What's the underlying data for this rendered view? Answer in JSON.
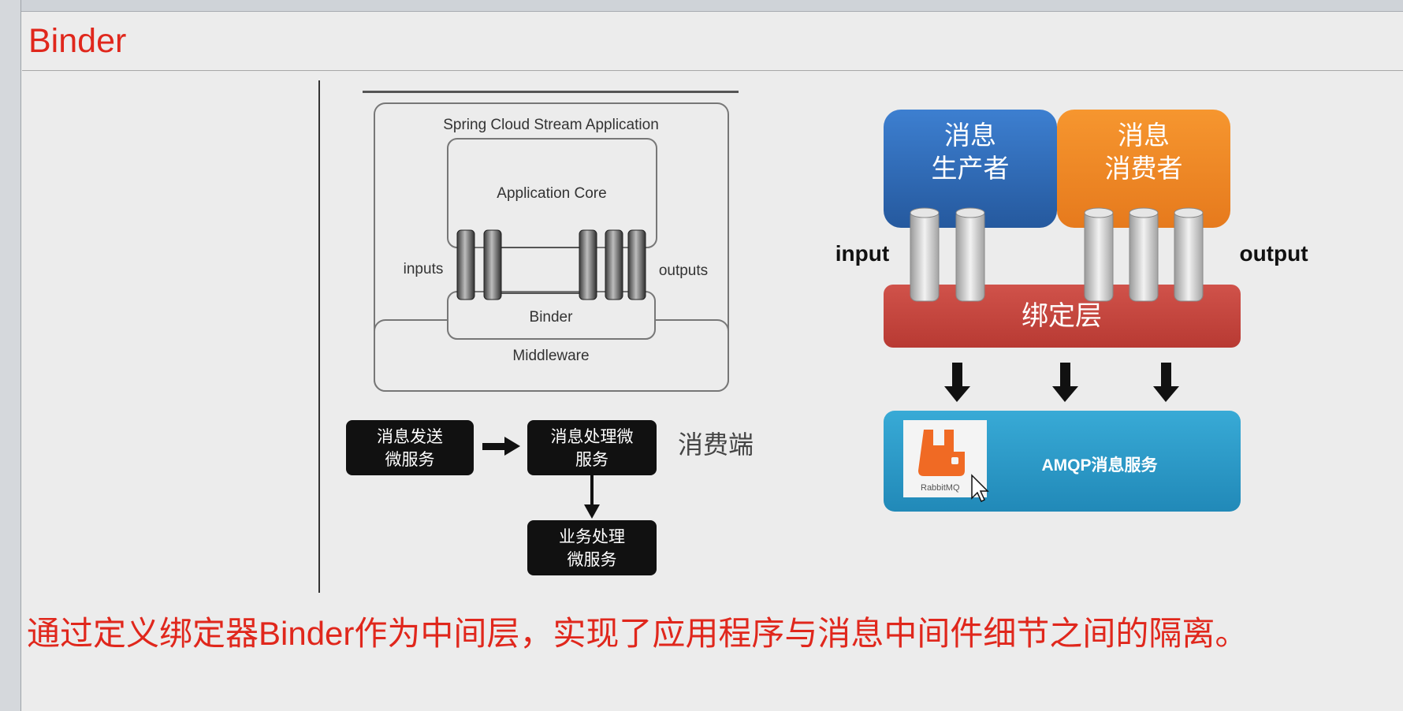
{
  "title": "Binder",
  "caption": "通过定义绑定器Binder作为中间层，实现了应用程序与消息中间件细节之间的隔离。",
  "left_diagram": {
    "app_title": "Spring Cloud Stream Application",
    "core": "Application Core",
    "inputs": "inputs",
    "outputs": "outputs",
    "binder": "Binder",
    "middleware": "Middleware"
  },
  "flow": {
    "box1_line1": "消息发送",
    "box1_line2": "微服务",
    "box2_line1": "消息处理微",
    "box2_line2": "服务",
    "box3_line1": "业务处理",
    "box3_line2": "微服务",
    "consumer_label": "消费端"
  },
  "right_diagram": {
    "producer_line1": "消息",
    "producer_line2": "生产者",
    "consumer_line1": "消息",
    "consumer_line2": "消费者",
    "input": "input",
    "output": "output",
    "binding_layer": "绑定层",
    "amqp": "AMQP消息服务",
    "rabbit_label": "RabbitMQ"
  },
  "colors": {
    "title_red": "#e0271c",
    "producer_blue": "#2f6fbf",
    "consumer_orange": "#f28a2b",
    "binding_red": "#c9453c",
    "amqp_blue": "#2d9fcc",
    "rabbit_orange": "#f06a24"
  }
}
